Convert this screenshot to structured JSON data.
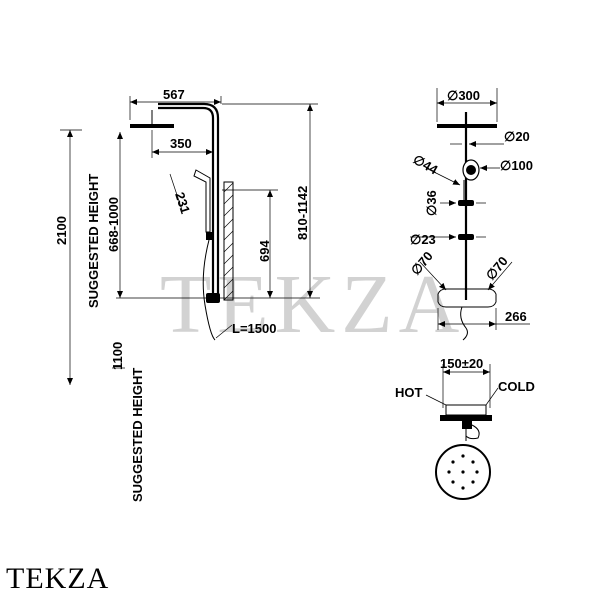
{
  "watermark": "TEKZA",
  "brand": "TEKZA",
  "side_view": {
    "dim_width": "567",
    "dim_arm": "350",
    "dim_handshower": "231",
    "dim_slide": "694",
    "dim_total": "810-1142",
    "dim_suggested_top": "668-1000",
    "dim_overall": "2100",
    "label_suggested_height_top": "SUGGESTED HEIGHT",
    "dim_bottom": "1100",
    "label_suggested_height_bottom": "SUGGESTED HEIGHT",
    "hose_length": "L=1500"
  },
  "front_view": {
    "dim_head": "∅300",
    "dim_pipe": "∅20",
    "dim_handshower_face": "∅100",
    "dim_handshower_d": "∅44",
    "dim_holder": "∅36",
    "dim_bracket": "∅23",
    "dim_flange_left": "∅70",
    "dim_flange_right": "∅70",
    "dim_mixer_width": "266"
  },
  "top_view": {
    "dim_centers": "150±20",
    "label_hot": "HOT",
    "label_cold": "COLD"
  }
}
